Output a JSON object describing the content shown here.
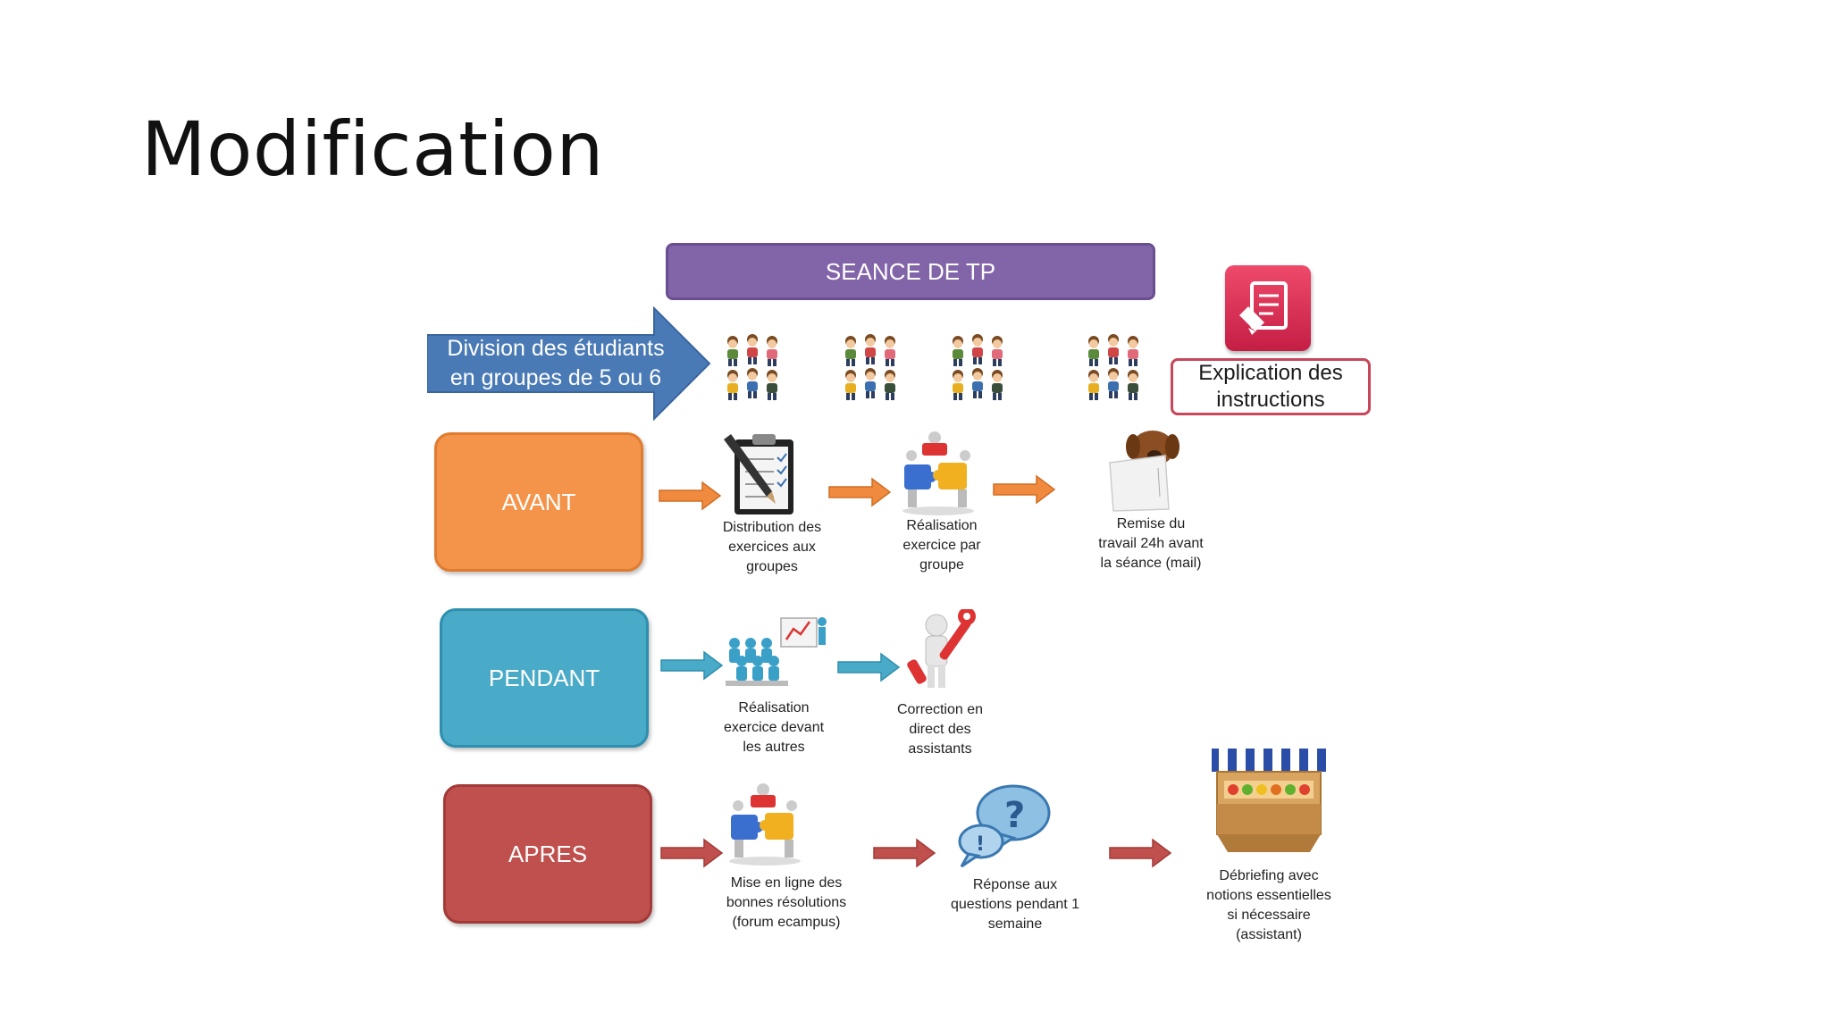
{
  "slide": {
    "title": "Modification"
  },
  "header": {
    "seance_label": "SEANCE DE TP"
  },
  "division": {
    "line1": "Division des étudiants",
    "line2": "en groupes de 5 ou 6"
  },
  "explication": {
    "line1": "Explication des",
    "line2": "instructions"
  },
  "phases": {
    "avant": "AVANT",
    "pendant": "PENDANT",
    "apres": "APRES"
  },
  "avant_steps": [
    {
      "lines": [
        "Distribution des",
        "exercices aux",
        "groupes"
      ]
    },
    {
      "lines": [
        "Réalisation",
        "exercice par",
        "groupe"
      ]
    },
    {
      "lines": [
        "Remise du",
        "travail 24h avant",
        "la séance (mail)"
      ]
    }
  ],
  "pendant_steps": [
    {
      "lines": [
        "Réalisation",
        "exercice devant",
        "les autres"
      ]
    },
    {
      "lines": [
        "Correction en",
        "direct des",
        "assistants"
      ]
    }
  ],
  "apres_steps": [
    {
      "lines": [
        "Mise en ligne des",
        "bonnes résolutions",
        "(forum ecampus)"
      ]
    },
    {
      "lines": [
        "Réponse aux",
        "questions pendant 1",
        "semaine"
      ]
    },
    {
      "lines": [
        "Débriefing avec",
        "notions essentielles",
        "si nécessaire",
        "(assistant)"
      ]
    }
  ],
  "colors": {
    "seance": "#8264a8",
    "division": "#4a7ab5",
    "avant": "#f4944a",
    "pendant": "#4aabc9",
    "apres": "#c0504d",
    "explication_border": "#c7475a"
  }
}
